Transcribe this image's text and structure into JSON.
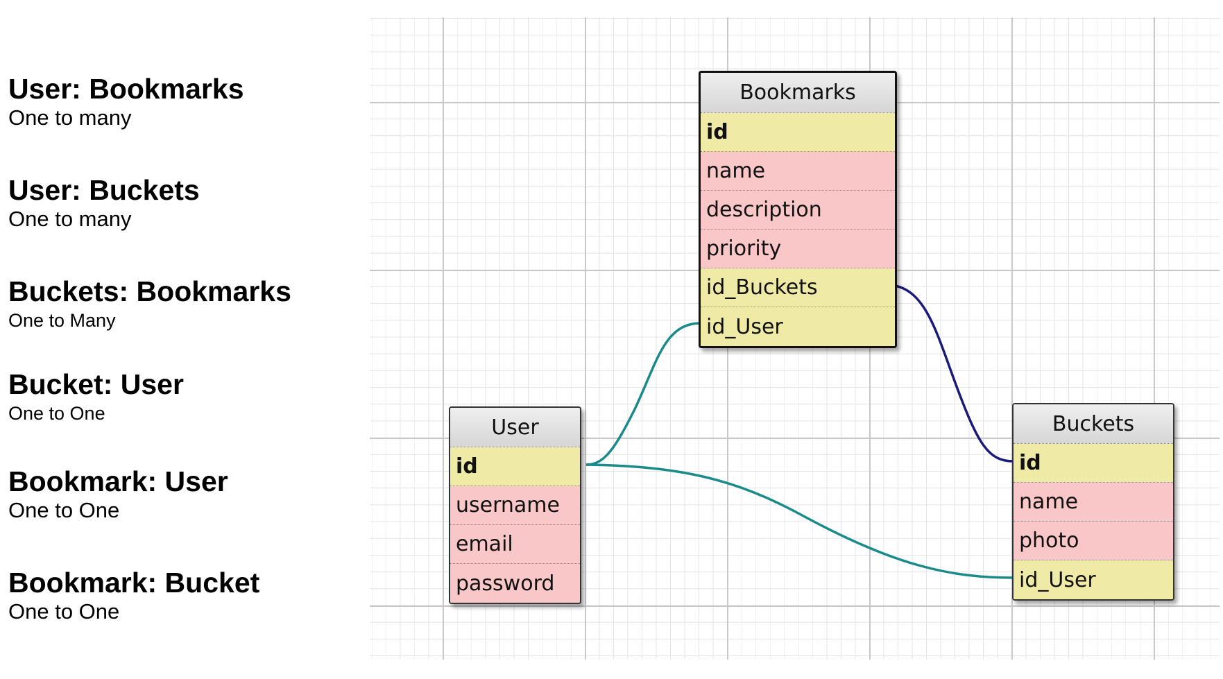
{
  "relationships": [
    {
      "title": "User: Bookmarks",
      "cardinality": "One to many"
    },
    {
      "title": "User: Buckets",
      "cardinality": "One to many"
    },
    {
      "title": "Buckets: Bookmarks",
      "cardinality": "One to Many"
    },
    {
      "title": "Bucket: User",
      "cardinality": "One to One"
    },
    {
      "title": "Bookmark: User",
      "cardinality": "One to One"
    },
    {
      "title": "Bookmark: Bucket",
      "cardinality": "One to One"
    }
  ],
  "tables": {
    "bookmarks": {
      "name": "Bookmarks",
      "fields": [
        "id",
        "name",
        "description",
        "priority",
        "id_Buckets",
        "id_User"
      ]
    },
    "user": {
      "name": "User",
      "fields": [
        "id",
        "username",
        "email",
        "password"
      ]
    },
    "buckets": {
      "name": "Buckets",
      "fields": [
        "id",
        "name",
        "photo",
        "id_User"
      ]
    }
  },
  "colors": {
    "key_field": "#efeaa6",
    "attribute_field": "#f9c7c7",
    "link_teal": "#1a8a8a",
    "link_navy": "#1a1a7a"
  }
}
